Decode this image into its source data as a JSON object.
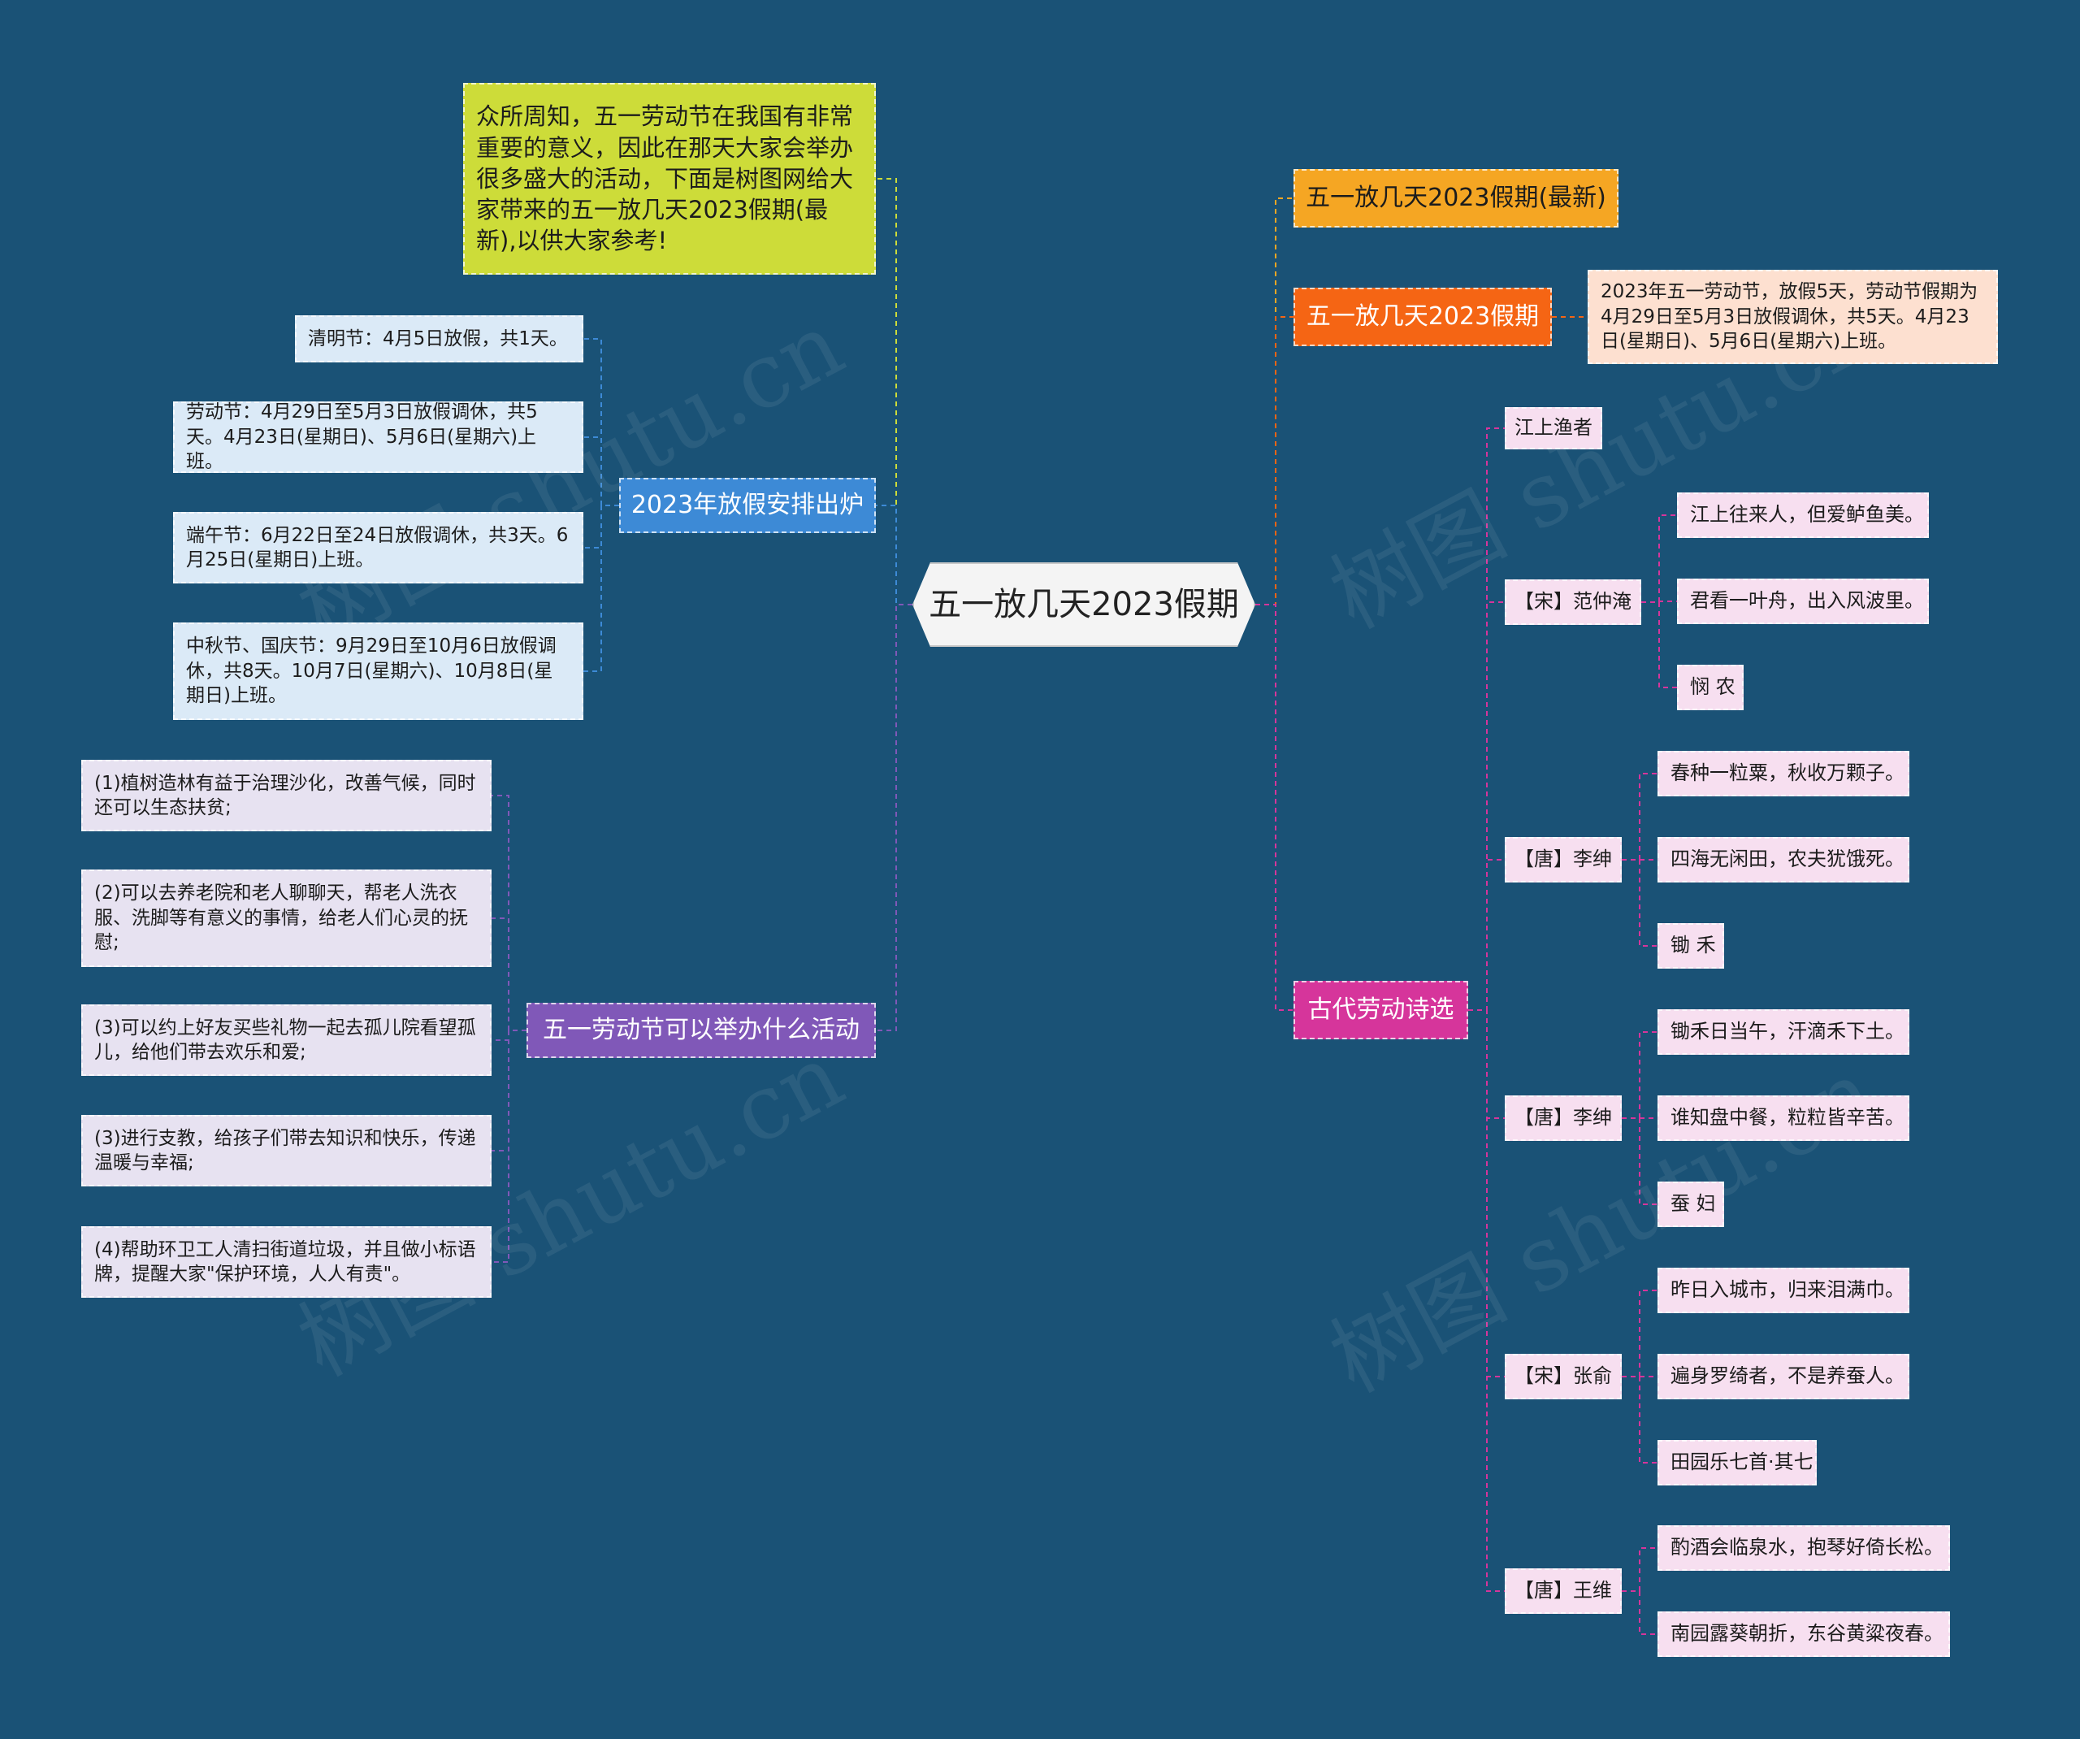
{
  "center": "五一放几天2023假期",
  "intro": "众所周知，五一劳动节在我国有非常重要的意义，因此在那天大家会举办很多盛大的活动，下面是树图网给大家带来的五一放几天2023假期(最新),以供大家参考!",
  "schedule": {
    "title": "2023年放假安排出炉",
    "items": [
      "清明节：4月5日放假，共1天。",
      "劳动节：4月29日至5月3日放假调休，共5天。4月23日(星期日)、5月6日(星期六)上班。",
      "端午节：6月22日至24日放假调休，共3天。6月25日(星期日)上班。",
      "中秋节、国庆节：9月29日至10月6日放假调休，共8天。10月7日(星期六)、10月8日(星期日)上班。"
    ]
  },
  "activities": {
    "title": "五一劳动节可以举办什么活动",
    "items": [
      "(1)植树造林有益于治理沙化，改善气候，同时还可以生态扶贫;",
      "(2)可以去养老院和老人聊聊天，帮老人洗衣服、洗脚等有意义的事情，给老人们心灵的抚慰;",
      "(3)可以约上好友买些礼物一起去孤儿院看望孤儿，给他们带去欢乐和爱;",
      "(3)进行支教，给孩子们带去知识和快乐，传递温暖与幸福;",
      "(4)帮助环卫工人清扫街道垃圾，并且做小标语牌，提醒大家\"保护环境，人人有责\"。"
    ]
  },
  "latest": {
    "title": "五一放几天2023假期(最新)"
  },
  "holiday": {
    "title": "五一放几天2023假期",
    "detail": "2023年五一劳动节，放假5天，劳动节假期为4月29日至5月3日放假调休，共5天。4月23日(星期日)、5月6日(星期六)上班。"
  },
  "poems": {
    "title": "古代劳动诗选",
    "groups": [
      {
        "author": "江上渔者",
        "lines": []
      },
      {
        "author": "【宋】范仲淹",
        "lines": [
          "江上往来人，但爱鲈鱼美。",
          "君看一叶舟，出入风波里。",
          "悯 农"
        ]
      },
      {
        "author": "【唐】李绅",
        "lines": [
          "春种一粒粟，秋收万颗子。",
          "四海无闲田，农夫犹饿死。",
          "锄 禾"
        ]
      },
      {
        "author": "【唐】李绅",
        "lines": [
          "锄禾日当午，汗滴禾下土。",
          "谁知盘中餐，粒粒皆辛苦。",
          "蚕 妇"
        ]
      },
      {
        "author": "【宋】张俞",
        "lines": [
          "昨日入城市，归来泪满巾。",
          "遍身罗绮者，不是养蚕人。",
          "田园乐七首·其七"
        ]
      },
      {
        "author": "【唐】王维",
        "lines": [
          "酌酒会临泉水，抱琴好倚长松。",
          "南园露葵朝折，东谷黄粱夜春。"
        ]
      }
    ]
  },
  "watermark": "树图 shutu.cn",
  "colors": {
    "background": "#1a5276",
    "intro": "#cddc39",
    "schedule": "#3d8ad6",
    "schedule_leaf": "#dbeaf7",
    "activities": "#8058b8",
    "activities_leaf": "#e7e2f1",
    "latest": "#f5a623",
    "holiday": "#f56514",
    "holiday_leaf": "#fde0d0",
    "poems": "#d6359b",
    "poems_leaf": "#f7dff0"
  }
}
